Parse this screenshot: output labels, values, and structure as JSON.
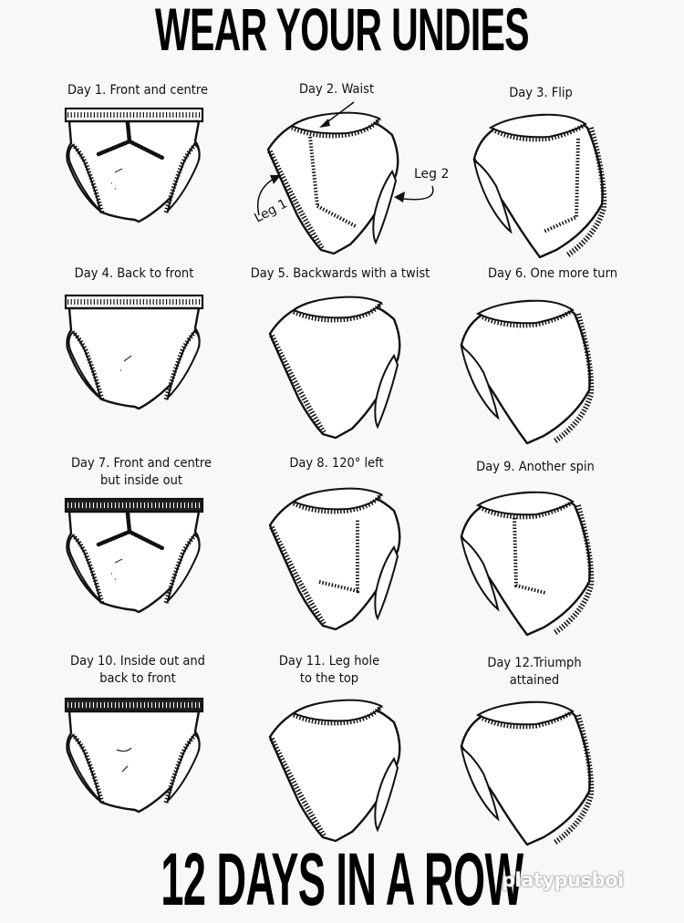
{
  "poster": {
    "title_top": "WEAR YOUR UNDIES",
    "title_bottom": "12 DAYS IN A ROW",
    "watermark": "platypusboi",
    "background": "#f8f8f8"
  },
  "days": [
    {
      "label": "Day 1. Front and centre",
      "orientation": "front",
      "inside_out": false
    },
    {
      "label": "Day 2. Waist",
      "orientation": "twist-right",
      "inside_out": false,
      "annotations": {
        "leg1": "Leg 1",
        "leg2": "Leg 2"
      }
    },
    {
      "label": "Day 3. Flip",
      "orientation": "twist-left",
      "inside_out": false
    },
    {
      "label": "Day 4. Back to front",
      "orientation": "front",
      "inside_out": false
    },
    {
      "label": "Day 5. Backwards with a twist",
      "orientation": "twist-right",
      "inside_out": false
    },
    {
      "label": "Day 6. One more turn",
      "orientation": "twist-left",
      "inside_out": false
    },
    {
      "label": "Day 7. Front and centre\nbut inside out",
      "orientation": "front",
      "inside_out": true
    },
    {
      "label": "Day 8. 120°  left",
      "orientation": "twist-right",
      "inside_out": true
    },
    {
      "label": "Day 9. Another spin",
      "orientation": "twist-left",
      "inside_out": true
    },
    {
      "label": "Day 10. Inside out and\nback to front",
      "orientation": "front",
      "inside_out": true
    },
    {
      "label": "Day 11. Leg hole\nto the top",
      "orientation": "twist-right",
      "inside_out": true
    },
    {
      "label": "Day 12.Triumph\nattained",
      "orientation": "twist-left",
      "inside_out": true
    }
  ]
}
